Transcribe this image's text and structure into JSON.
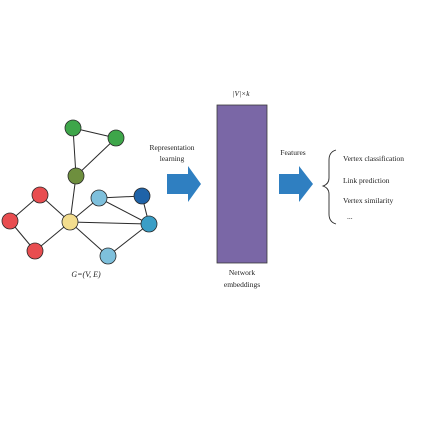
{
  "graph": {
    "label": "G=(V, E)",
    "colors": {
      "green": "#3ea64a",
      "olive": "#6e8f3e",
      "red": "#e84d50",
      "yellow": "#f3dd8e",
      "light_blue": "#7ec0dc",
      "teal": "#3a9ec6",
      "navy": "#1f63a8",
      "edge": "#2a2a2a"
    }
  },
  "step1": {
    "label_line1": "Representation",
    "label_line2": "learning",
    "arrow_color": "#2f7fc1"
  },
  "embedding": {
    "dim_label": "|V|×k",
    "fill_color": "#7a67a6",
    "label_line1": "Network",
    "label_line2": "embeddings"
  },
  "step2": {
    "label": "Features",
    "arrow_color": "#2f7fc1"
  },
  "tasks": {
    "items": [
      "Vertex classification",
      "Link prediction",
      "Vertex similarity",
      "..."
    ]
  }
}
